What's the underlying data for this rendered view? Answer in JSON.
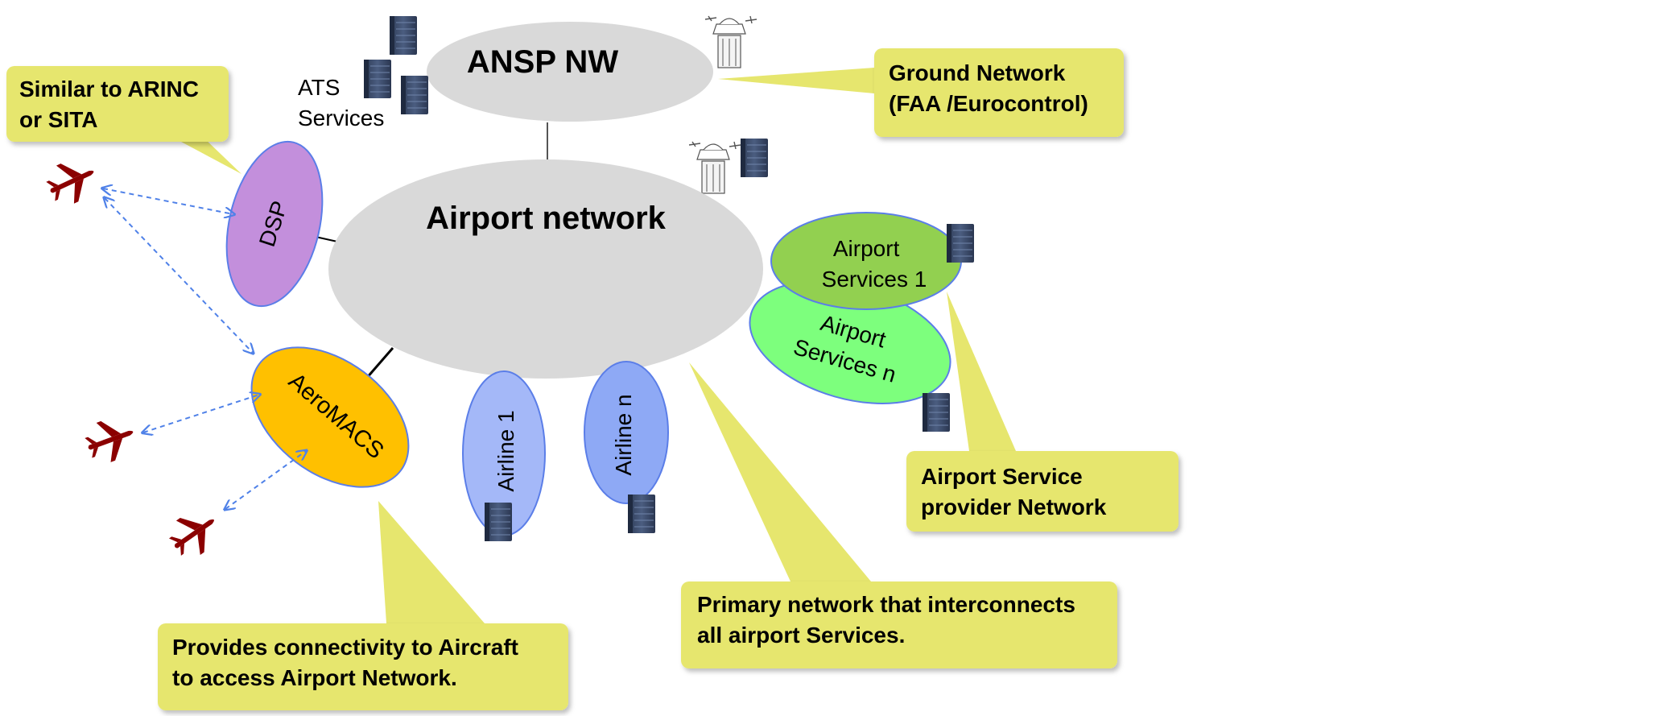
{
  "nodes": {
    "ansp": "ANSP NW",
    "airport_network": "Airport network",
    "dsp": "DSP",
    "aeromacs": "AeroMACS",
    "airline_1": "Airline 1",
    "airline_n": "Airline n",
    "airport_services_1": [
      "Airport",
      "Services 1"
    ],
    "airport_services_n": [
      "Airport",
      "Services n"
    ],
    "ats_services": [
      "ATS",
      "Services"
    ]
  },
  "callouts": {
    "arinc_sita": [
      "Similar to ARINC",
      "or SITA"
    ],
    "ground_network": [
      "Ground Network",
      "(FAA /Eurocontrol)"
    ],
    "service_provider": [
      "Airport Service",
      "provider Network"
    ],
    "primary_network": [
      "Primary network that interconnects",
      "all airport Services."
    ],
    "aeromacs_desc": [
      "Provides connectivity to Aircraft",
      "to access Airport Network."
    ]
  },
  "colors": {
    "network_gray": "#d9d9d9",
    "dsp_purple": "#c38fdc",
    "aeromacs_orange": "#ffc000",
    "airline_1_blue": "#a4b8f8",
    "airline_n_blue": "#8ea9f5",
    "services_1_green": "#92d050",
    "services_n_green": "#7dff7d",
    "callout_yellow": "#e6e66e",
    "aircraft_red": "#8b0000",
    "link_blue": "#4f81e8"
  }
}
